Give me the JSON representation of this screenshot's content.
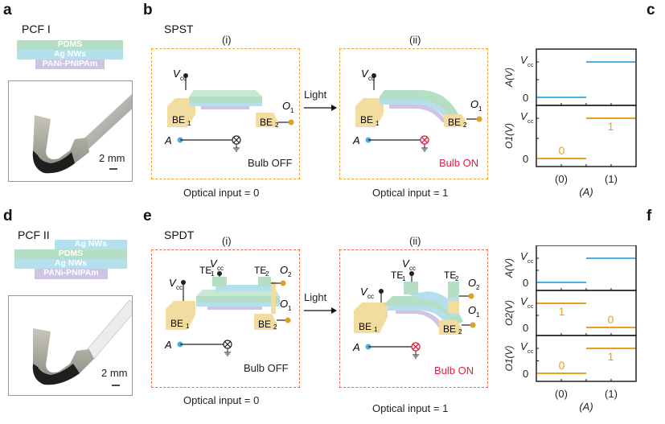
{
  "colors": {
    "pdms": "#b5dfc4",
    "ag_nws": "#b3e0ec",
    "pani": "#cdc5e3",
    "electrode": "#f3dca0",
    "spst_box": "#f0a030",
    "spdt_box": "#f07040",
    "input_line": "#4ab0e0",
    "output_line": "#e8a020",
    "bulb_on": "#e02040",
    "node_a": "#4ab0e0",
    "node_o": "#e0a020"
  },
  "panels": {
    "a": {
      "label": "a",
      "title": "PCF I",
      "layers": [
        "PDMS",
        "Ag NWs",
        "PANi-PNIPAm"
      ],
      "scale_bar": "2 mm"
    },
    "b": {
      "label": "b",
      "title": "SPST",
      "light_label": "Light",
      "states": [
        {
          "roman": "(i)",
          "bulb": "Bulb OFF",
          "caption": "Optical input =  0",
          "vcc": "V",
          "vcc_sub": "cc",
          "be1": "BE",
          "be1_sub": "1",
          "be2": "BE",
          "be2_sub": "2",
          "o": "O",
          "o_sub": "1",
          "a": "A"
        },
        {
          "roman": "(ii)",
          "bulb": "Bulb ON",
          "caption": "Optical input =  1",
          "vcc": "V",
          "vcc_sub": "cc",
          "be1": "BE",
          "be1_sub": "1",
          "be2": "BE",
          "be2_sub": "2",
          "o": "O",
          "o_sub": "1",
          "a": "A"
        }
      ]
    },
    "c": {
      "label": "c"
    },
    "d": {
      "label": "d",
      "title": "PCF II",
      "layers": [
        "Ag NWs",
        "PDMS",
        "Ag NWs",
        "PANi-PNIPAm"
      ],
      "scale_bar": "2 mm"
    },
    "e": {
      "label": "e",
      "title": "SPDT",
      "light_label": "Light",
      "states": [
        {
          "roman": "(i)",
          "bulb": "Bulb OFF",
          "caption": "Optical input =  0",
          "te1": "TE",
          "te1_sub": "1",
          "te2": "TE",
          "te2_sub": "2",
          "o2": "O",
          "o2_sub": "2",
          "o1": "O",
          "o1_sub": "1",
          "a": "A"
        },
        {
          "roman": "(ii)",
          "bulb": "Bulb ON",
          "caption": "Optical input =  1",
          "te1": "TE",
          "te1_sub": "1",
          "te2": "TE",
          "te2_sub": "2",
          "o2": "O",
          "o2_sub": "2",
          "o1": "O",
          "o1_sub": "1",
          "a": "A"
        }
      ]
    },
    "f": {
      "label": "f"
    }
  },
  "chart_data": [
    {
      "type": "line",
      "panel": "c",
      "xlabel": "(A)",
      "x_ticks": [
        "(0)",
        "(1)"
      ],
      "subplots": [
        {
          "ylabel": "A(V)",
          "y_ticks": [
            "0",
            "Vcc"
          ],
          "color": "#4ab0e0",
          "values": [
            0,
            1
          ],
          "labels": []
        },
        {
          "ylabel": "O1(V)",
          "y_ticks": [
            "0",
            "Vcc"
          ],
          "color": "#e8a020",
          "values": [
            0,
            1
          ],
          "labels": [
            "0",
            "1"
          ]
        }
      ]
    },
    {
      "type": "line",
      "panel": "f",
      "xlabel": "(A)",
      "x_ticks": [
        "(0)",
        "(1)"
      ],
      "subplots": [
        {
          "ylabel": "A(V)",
          "y_ticks": [
            "0",
            "Vcc"
          ],
          "color": "#4ab0e0",
          "values": [
            0,
            1
          ],
          "labels": []
        },
        {
          "ylabel": "O2(V)",
          "y_ticks": [
            "0",
            "Vcc"
          ],
          "color": "#e8a020",
          "values": [
            1,
            0
          ],
          "labels": [
            "1",
            "0"
          ]
        },
        {
          "ylabel": "O1(V)",
          "y_ticks": [
            "0",
            "Vcc"
          ],
          "color": "#e8a020",
          "values": [
            0,
            1
          ],
          "labels": [
            "0",
            "1"
          ]
        }
      ]
    }
  ]
}
